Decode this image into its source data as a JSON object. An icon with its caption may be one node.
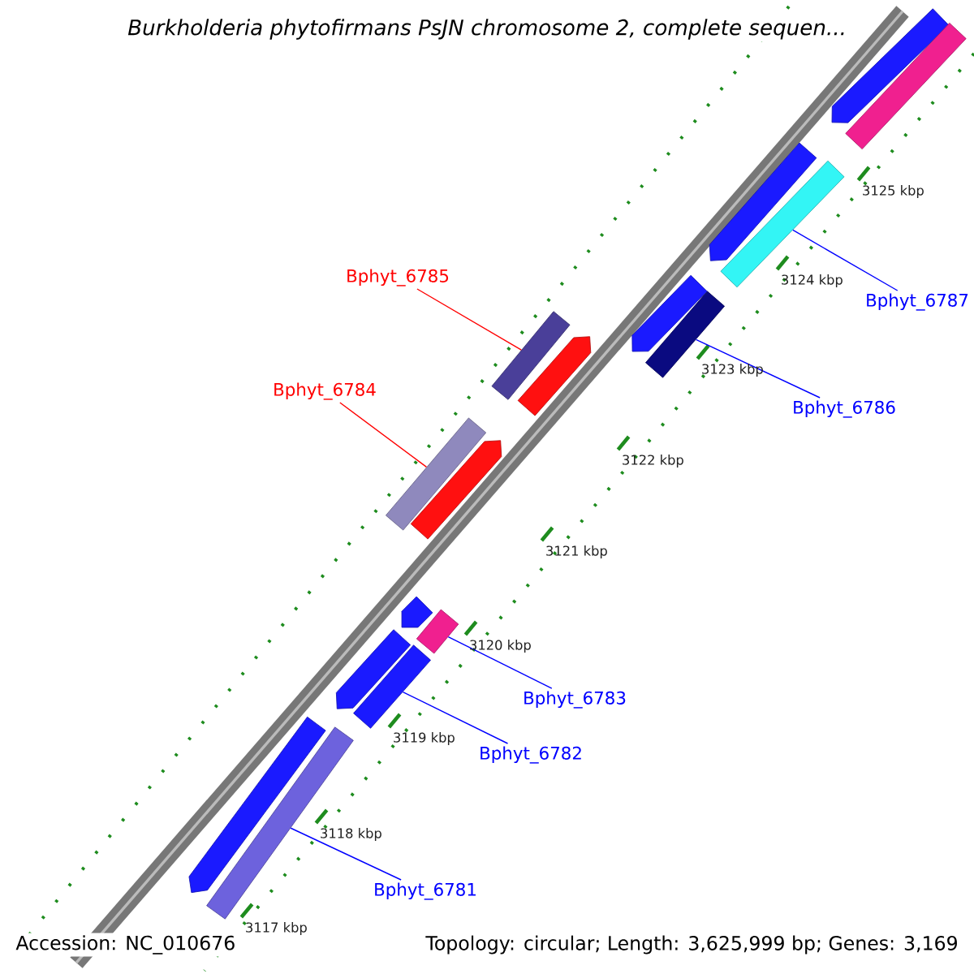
{
  "diagram": {
    "title": "*Burkholderia phytofirmans* PsJN chromosome 2, complete sequen...",
    "nodes": [
      {
        "text": [
          "Bphyt_6785"
        ]
      },
      {
        "text": [],
        "shape": "bar"
      },
      {
        "text": [
          "Bphyt_6784"
        ]
      },
      {
        "text": [],
        "shape": "bar"
      },
      {
        "text": [
          "Bphyt_6787"
        ]
      },
      {
        "text": [],
        "shape": "bar"
      },
      {
        "text": [
          "Bphyt_6786"
        ]
      },
      {
        "text": [],
        "shape": "bar"
      },
      {
        "text": [
          "Bphyt_6783"
        ]
      },
      {
        "text": [],
        "shape": "bar"
      },
      {
        "text": [
          "Bphyt_6782"
        ]
      },
      {
        "text": [],
        "shape": "bar"
      },
      {
        "text": [
          "Bphyt_6781"
        ]
      },
      {
        "text": [],
        "shape": "bar"
      },
      {
        "text": [],
        "shape": "bar"
      },
      {
        "text": [],
        "shape": "bar"
      },
      {
        "text": [],
        "shape": "bar"
      },
      {
        "text": [],
        "shape": "bar"
      },
      {
        "text": [],
        "shape": "bar"
      },
      {
        "text": [],
        "shape": "bar"
      },
      {
        "text": [],
        "shape": "bar"
      },
      {
        "text": [],
        "shape": "bar"
      },
      {
        "text": [],
        "shape": "bar"
      }
    ],
    "edges": [
      {
        "from": 0,
        "to": 1,
        "arrow": "none",
        "color": "#ff0000"
      },
      {
        "from": 2,
        "to": 3,
        "arrow": "none",
        "color": "#ff0000"
      },
      {
        "from": 4,
        "to": 5,
        "arrow": "none"
      },
      {
        "from": 6,
        "to": 7,
        "arrow": "none"
      },
      {
        "from": 8,
        "to": 9,
        "arrow": "none"
      },
      {
        "from": 10,
        "to": 11,
        "arrow": "none"
      },
      {
        "from": 12,
        "to": 13,
        "arrow": "none"
      }
    ],
    "labels": [
      "3125 kbp",
      "3124 kbp",
      "3123 kbp",
      "3122 kbp",
      "3121 kbp",
      "3120 kbp",
      "3119 kbp",
      "3118 kbp",
      "3117 kbp",
      "Accession: NC_010676",
      "Topology: circular; Length: 3,625,999 bp; Genes: 3,169"
    ]
  }
}
